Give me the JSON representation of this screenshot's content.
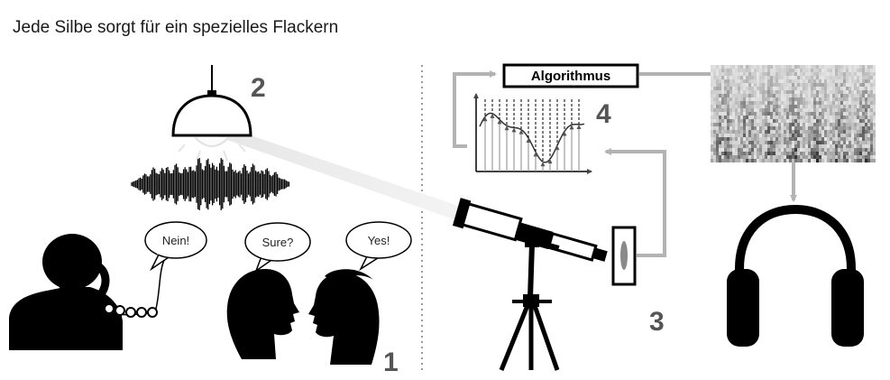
{
  "title": "Jede Silbe sorgt für ein spezielles Flackern",
  "steps": {
    "one": "1",
    "two": "2",
    "three": "3",
    "four": "4"
  },
  "bubbles": {
    "caller": "Nein!",
    "left_head": "Sure?",
    "right_head": "Yes!"
  },
  "algorithm_label": "Algorithmus",
  "colors": {
    "ink": "#000000",
    "arrow": "#b3b3b3",
    "label_gray": "#555555",
    "divider": "#9a9a9a"
  },
  "icons": [
    "lamp-icon",
    "soundwave-icon",
    "phone-caller-icon",
    "talking-heads-icon",
    "telescope-icon",
    "sensor-icon",
    "signal-graph-icon",
    "spectrogram-icon",
    "headphones-icon"
  ]
}
